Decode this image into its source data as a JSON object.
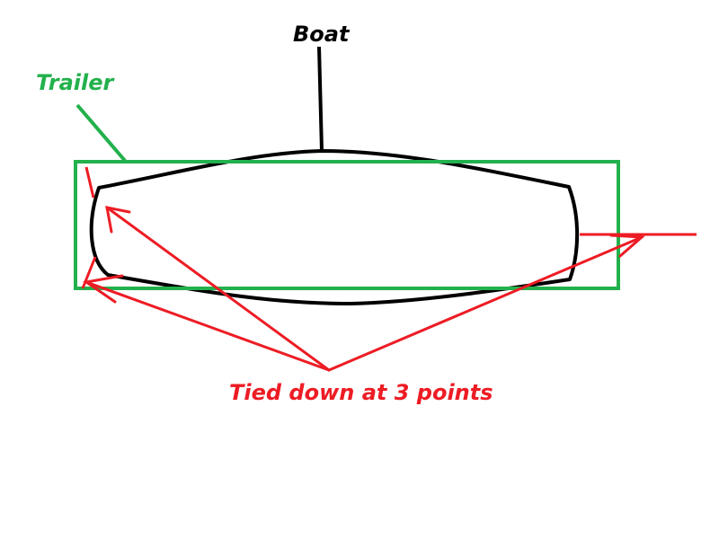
{
  "labels": {
    "boat": "Boat",
    "trailer": "Trailer",
    "tie_down": "Tied down at 3 points"
  },
  "colors": {
    "boat": "#000000",
    "trailer": "#22b14c",
    "tie_down": "#ed1c24",
    "background": "#ffffff"
  }
}
